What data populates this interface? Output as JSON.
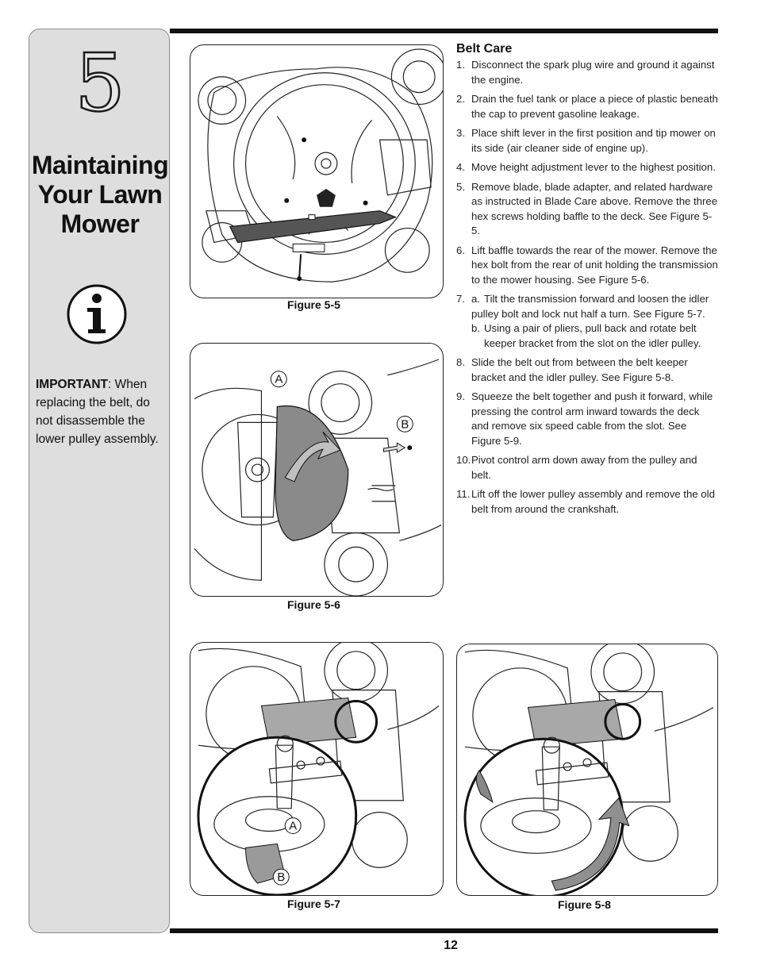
{
  "sidebar": {
    "chapter_number": "5",
    "chapter_title": "Maintaining Your Lawn Mower",
    "info_icon": "info-icon",
    "important_label": "IMPORTANT",
    "important_text": ": When replacing the belt, do not disassemble the lower pulley assembly."
  },
  "figures": {
    "fig5_5": "Figure 5-5",
    "fig5_6": "Figure 5-6",
    "fig5_7": "Figure 5-7",
    "fig5_8": "Figure 5-8",
    "callout_a": "A",
    "callout_b": "B"
  },
  "belt_care": {
    "title": "Belt Care",
    "steps": [
      {
        "num": "1.",
        "text": "Disconnect the spark plug wire and ground it against the engine."
      },
      {
        "num": "2.",
        "text": "Drain the fuel tank or place a piece of plastic beneath the cap to prevent gasoline leakage."
      },
      {
        "num": "3.",
        "text": "Place shift lever in the first position and tip mower on its side (air cleaner side of engine up)."
      },
      {
        "num": "4.",
        "text": "Move height adjustment lever to the highest position."
      },
      {
        "num": "5.",
        "text": "Remove blade, blade adapter, and related hardware as instructed in Blade Care above. Remove the three hex screws holding baffle to the deck. See Figure 5-5."
      },
      {
        "num": "6.",
        "text": "Lift baffle towards the rear of the mower. Remove the hex bolt from the rear of unit holding the transmission to the mower housing. See Figure 5-6."
      },
      {
        "num": "7.",
        "sub_a_num": "a.",
        "sub_a": "Tilt the transmission forward and loosen the idler pulley bolt and lock nut half a turn. See Figure 5-7.",
        "sub_b_num": "b.",
        "sub_b": "Using a pair of pliers, pull back and rotate belt keeper bracket from the slot on the idler pulley."
      },
      {
        "num": "8.",
        "text": "Slide the belt out from between the belt keeper bracket and the idler pulley. See Figure 5-8."
      },
      {
        "num": "9.",
        "text": "Squeeze the belt together and push it forward, while pressing the control arm inward towards the deck and remove six speed cable from the slot. See Figure 5-9."
      },
      {
        "num": "10.",
        "text": "Pivot control arm down away from the pulley and belt."
      },
      {
        "num": "11.",
        "text": "Lift off the lower pulley assembly and remove the old belt from around the crankshaft."
      }
    ]
  },
  "page_number": "12"
}
